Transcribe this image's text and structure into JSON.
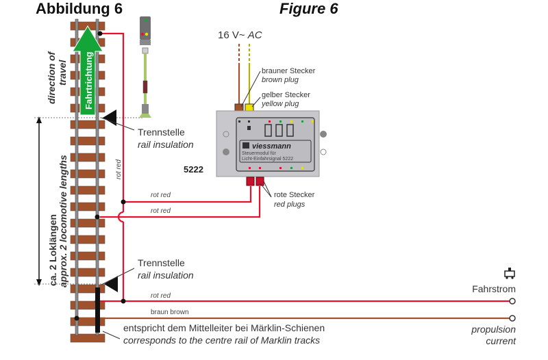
{
  "titles": {
    "german": "Abbildung 6",
    "english": "Figure 6"
  },
  "direction": {
    "arrow_label": "Fahrtrichtung",
    "english_line1": "direction of",
    "english_line2": "travel"
  },
  "length": {
    "german": "ca. 2 Loklängen",
    "english": "approx. 2 locomotive lengths"
  },
  "insulation_top": {
    "german": "Trennstelle",
    "english": "rail insulation"
  },
  "insulation_bottom": {
    "german": "Trennstelle",
    "english": "rail insulation"
  },
  "power": {
    "label_prefix": "16 V~ ",
    "label_suffix": "AC"
  },
  "plugs": {
    "brown_german": "brauner Stecker",
    "brown_english": "brown plug",
    "yellow_german": "gelber Stecker",
    "yellow_english": "yellow plug",
    "red_german": "rote Stecker",
    "red_english": "red plugs"
  },
  "module": {
    "number": "5222",
    "brand": "viessmann",
    "desc_line1": "Steuermodul für",
    "desc_line2": "Licht-Einfahrsignal 5222",
    "colors": {
      "body": "#c8c8cc",
      "panel": "#b4b4b8"
    }
  },
  "wires": {
    "vertical_red": "rot  red",
    "red_1": "rot  red",
    "red_2": "rot  red",
    "red_3": "rot  red",
    "brown": "braun  brown",
    "colors": {
      "red": "#e8112d",
      "brown": "#a0522d",
      "yellow": "#b5b000"
    }
  },
  "propulsion": {
    "german": "Fahrstrom",
    "english_line1": "propulsion",
    "english_line2": "current"
  },
  "centre_rail": {
    "german": "entspricht dem Mittelleiter bei Märklin-Schienen",
    "english": "corresponds to the centre rail of Marklin tracks"
  }
}
